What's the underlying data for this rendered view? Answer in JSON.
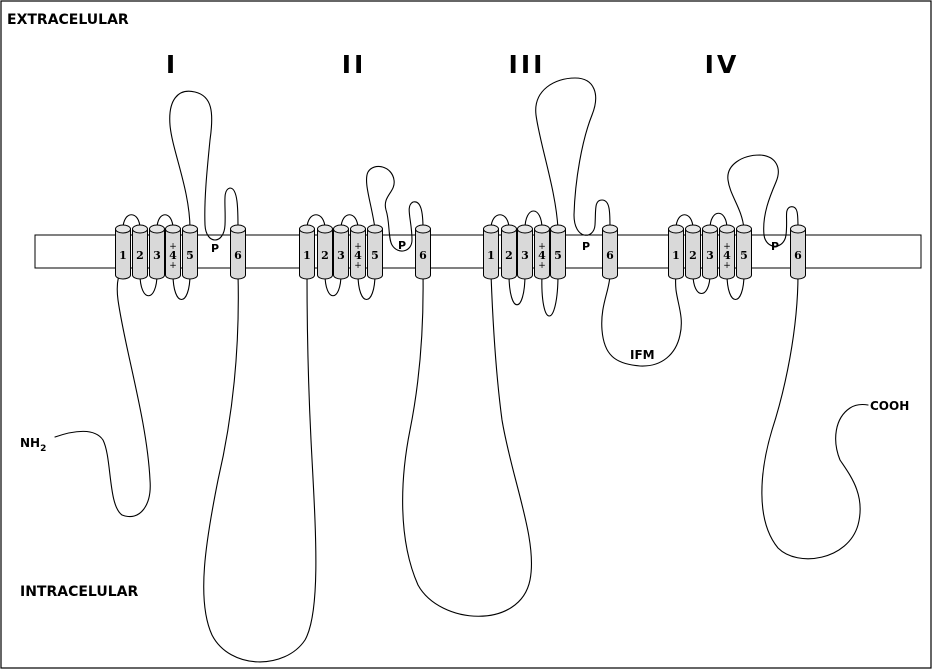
{
  "labels": {
    "extracellular": "EXTRACELULAR",
    "intracellular": "INTRACELULAR",
    "nh": "NH",
    "nh_sub": "2",
    "cooh": "COOH",
    "ifm": "IFM"
  },
  "domains": [
    {
      "numeral": "I",
      "helices": [
        "1",
        "2",
        "3",
        "4",
        "5",
        "6"
      ],
      "charges": [
        "+",
        "+"
      ],
      "pore": "P"
    },
    {
      "numeral": "II",
      "helices": [
        "1",
        "2",
        "3",
        "4",
        "5",
        "6"
      ],
      "charges": [
        "+",
        "+"
      ],
      "pore": "P"
    },
    {
      "numeral": "III",
      "helices": [
        "1",
        "2",
        "3",
        "4",
        "5",
        "6"
      ],
      "charges": [
        "+",
        "+"
      ],
      "pore": "P"
    },
    {
      "numeral": "IV",
      "helices": [
        "1",
        "2",
        "3",
        "4",
        "5",
        "6"
      ],
      "charges": [
        "+",
        "+"
      ],
      "pore": "P"
    }
  ],
  "colors": {
    "helix_fill": "#d9d9d9",
    "line": "#000000",
    "background": "#ffffff"
  }
}
